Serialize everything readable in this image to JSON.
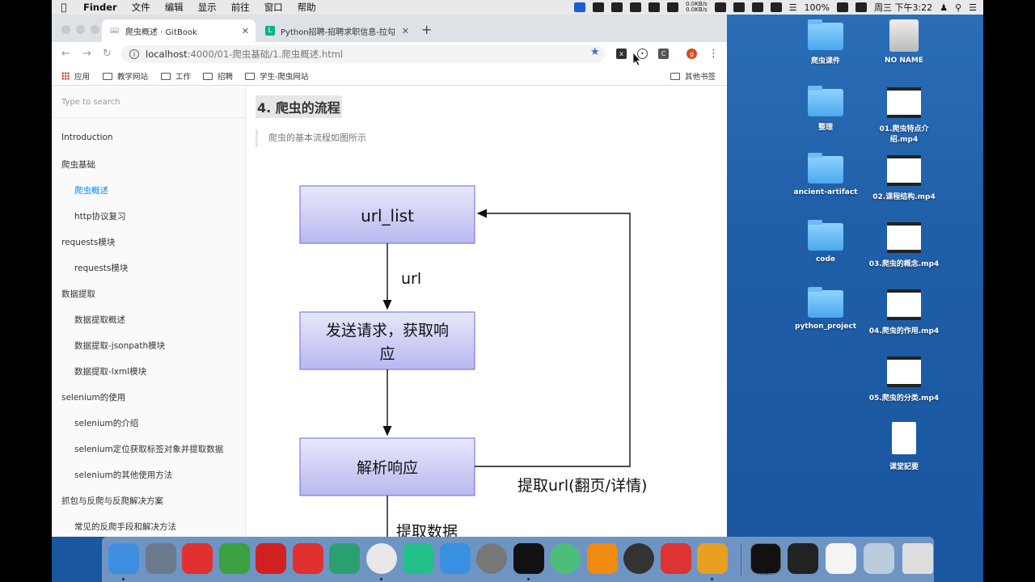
{
  "menubar": {
    "apple": "",
    "items": [
      "Finder",
      "文件",
      "编辑",
      "显示",
      "前往",
      "窗口",
      "帮助"
    ],
    "battery": "100%",
    "clock": "周三 下午3:22",
    "netspeed_up": "0.0KB/s",
    "netspeed_down": "0.0KB/s"
  },
  "browser": {
    "tabs": [
      {
        "label": "爬虫概述 · GitBook",
        "favicon": "book-icon"
      },
      {
        "label": "Python招聘-招聘求职信息-拉勾",
        "favicon": "L"
      }
    ],
    "url_host": "localhost",
    "url_path": ":4000/01-爬虫基础/1.爬虫概述.html",
    "bookmarks": [
      "应用",
      "教学网站",
      "工作",
      "招聘",
      "学生-爬虫网站"
    ],
    "other_bookmarks": "其他书签",
    "profile_letter": "g"
  },
  "sidebar": {
    "search_placeholder": "Type to search",
    "items": [
      {
        "label": "Introduction",
        "level": 0
      },
      {
        "label": "爬虫基础",
        "level": 0
      },
      {
        "label": "爬虫概述",
        "level": 1,
        "active": true
      },
      {
        "label": "http协议复习",
        "level": 1
      },
      {
        "label": "requests模块",
        "level": 0
      },
      {
        "label": "requests模块",
        "level": 1
      },
      {
        "label": "数据提取",
        "level": 0
      },
      {
        "label": "数据提取概述",
        "level": 1
      },
      {
        "label": "数据提取-jsonpath模块",
        "level": 1
      },
      {
        "label": "数据提取-lxml模块",
        "level": 1
      },
      {
        "label": "selenium的使用",
        "level": 0
      },
      {
        "label": "selenium的介绍",
        "level": 1
      },
      {
        "label": "selenium定位获取标签对象并提取数据",
        "level": 1
      },
      {
        "label": "selenium的其他使用方法",
        "level": 1
      },
      {
        "label": "抓包与反爬与反爬解决方案",
        "level": 0
      },
      {
        "label": "常见的反爬手段和解决方法",
        "level": 1
      }
    ]
  },
  "content": {
    "heading": "4. 爬虫的流程",
    "quote": "爬虫的基本流程如图所示",
    "flowchart": {
      "box1": "url_list",
      "edge1": "url",
      "box2_line1": "发送请求，获取响",
      "box2_line2": "应",
      "box3": "解析响应",
      "loop_label": "提取url(翻页/详情)",
      "data_label": "提取数据"
    }
  },
  "desktop": {
    "icons": [
      {
        "label": "爬虫课件",
        "kind": "folder"
      },
      {
        "label": "NO NAME",
        "kind": "disk"
      },
      {
        "label": "整理",
        "kind": "folder"
      },
      {
        "label": "01.爬虫特点介绍.mp4",
        "kind": "video"
      },
      {
        "label": "ancient-artifact",
        "kind": "folder"
      },
      {
        "label": "02.课程结构.mp4",
        "kind": "video"
      },
      {
        "label": "code",
        "kind": "folder"
      },
      {
        "label": "03.爬虫的概念.mp4",
        "kind": "video"
      },
      {
        "label": "python_project",
        "kind": "folder"
      },
      {
        "label": "04.爬虫的作用.mp4",
        "kind": "video"
      },
      {
        "label": "05.爬虫的分类.mp4",
        "kind": "video"
      },
      {
        "label": "课堂記要",
        "kind": "document"
      }
    ]
  },
  "dock": {
    "apps": [
      "finder-icon",
      "launchpad-icon",
      "xmind-icon",
      "evernote-icon",
      "netease-music-icon",
      "mail-icon",
      "network-icon",
      "chrome-icon",
      "pycharm-icon",
      "keynote-icon",
      "system-preferences-icon",
      "terminal-icon",
      "atom-icon",
      "vlc-icon",
      "obs-icon",
      "parallels-icon",
      "sublime-icon"
    ],
    "window_label": "node..."
  }
}
